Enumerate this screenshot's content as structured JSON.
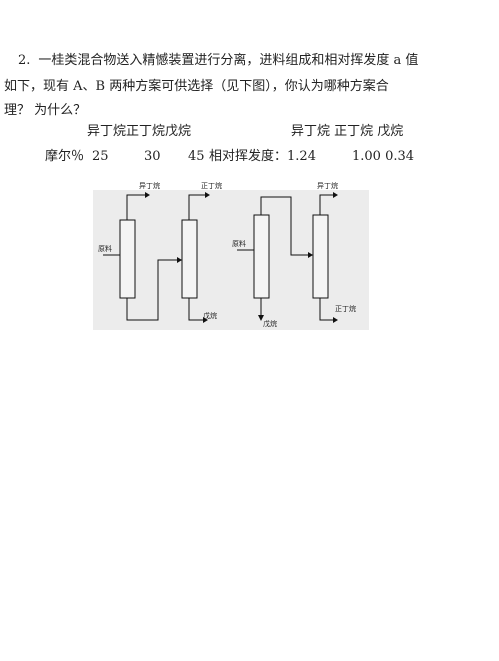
{
  "question": {
    "number": "2.",
    "line1": "一桂类混合物送入精憾装置进行分离，进料组成和相对挥发度 a 值",
    "line2": "如下，现有 A、B 两种方案可供选择（见下图），你认为哪种方案合",
    "line3": "理？ 为什么？"
  },
  "table": {
    "components_a": "异丁烷正丁烷戊烷",
    "components_b": "异丁烷  正丁烷  戊烷",
    "mole_label": "摩尔％",
    "mole_values": [
      "25",
      "30",
      "45"
    ],
    "volatility_label": "相对挥发度：",
    "volatility_values": "1.24",
    "volatility_rest": "1.00 0.34"
  },
  "diagram": {
    "scheme_a": {
      "feed": "原料",
      "top1": "异丁烷",
      "top2": "正丁烷",
      "bottom2": "戊烷"
    },
    "scheme_b": {
      "feed": "原料",
      "bottom1": "戊烷",
      "top2": "异丁烷",
      "bottom2": "正丁烷"
    },
    "bg_color": "#ececec"
  }
}
